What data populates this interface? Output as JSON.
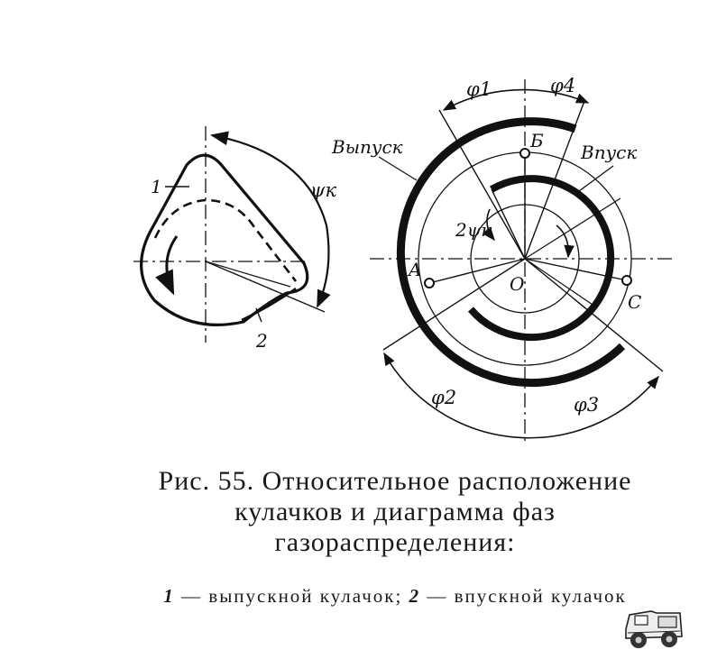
{
  "figure": {
    "cam": {
      "label_exhaust_cam_number": "1",
      "label_intake_cam_number": "2",
      "label_angle": "ψк"
    },
    "phase_diagram": {
      "label_exhaust": "Выпуск",
      "label_intake": "Впуск",
      "label_double_angle": "2ψк",
      "label_center": "O",
      "label_point_a": "A",
      "label_point_b": "Б",
      "label_point_c": "C",
      "label_phi1": "φ1",
      "label_phi2": "φ2",
      "label_phi3": "φ3",
      "label_phi4": "φ4"
    }
  },
  "caption": {
    "title": "Рис. 55. Относительное расположение кулачков и диаграмма фаз газораспределения:",
    "legend_item1_num": "1",
    "legend_item1_text": "— выпускной кулачок;",
    "legend_item2_num": "2",
    "legend_item2_text": "— впускной кулачок"
  }
}
